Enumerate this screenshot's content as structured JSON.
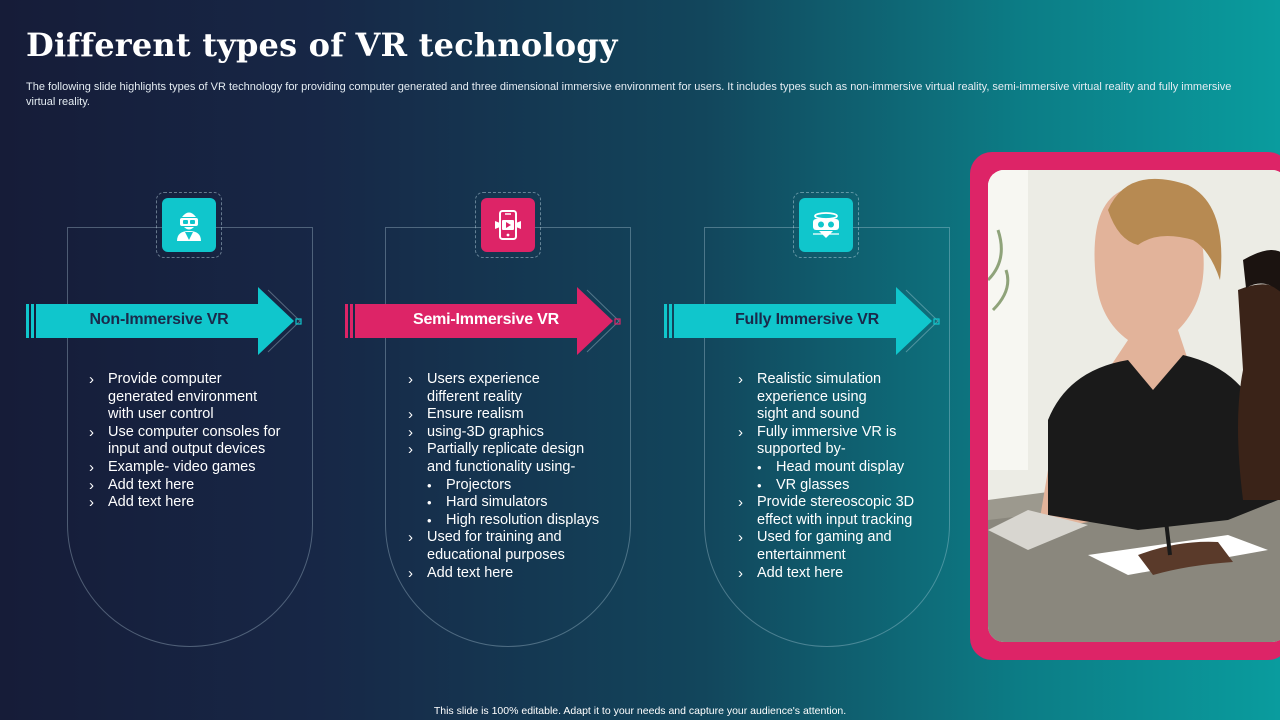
{
  "slide": {
    "title": "Different types of VR technology",
    "subtitle": "The following slide highlights types of VR technology for providing computer generated and three dimensional immersive environment for users. It includes types such as non-immersive virtual reality,  semi-immersive virtual reality and fully  immersive virtual reality.",
    "footer": "This slide is 100% editable.  Adapt it to your needs and capture your audience's attention."
  },
  "colors": {
    "teal": "#10c6cc",
    "pink": "#dd2467",
    "label_dark": "#1a2a4a",
    "label_light": "#ffffff"
  },
  "columns": [
    {
      "label": "Non-Immersive VR",
      "icon": "vr-headset-person-icon",
      "accent": "teal",
      "bullets": [
        {
          "text": "Provide computer",
          "level": 1
        },
        {
          "text": "generated environment",
          "level": 0
        },
        {
          "text": "with user control",
          "level": 0
        },
        {
          "text": "Use computer consoles for",
          "level": 1
        },
        {
          "text": "input and output devices",
          "level": 0
        },
        {
          "text": "Example- video games",
          "level": 1
        },
        {
          "text": "Add text here",
          "level": 1
        },
        {
          "text": "Add text here",
          "level": 1
        }
      ]
    },
    {
      "label": "Semi-Immersive VR",
      "icon": "smartphone-video-icon",
      "accent": "pink",
      "bullets": [
        {
          "text": "Users experience",
          "level": 1
        },
        {
          "text": "different reality",
          "level": 0
        },
        {
          "text": "Ensure realism",
          "level": 1
        },
        {
          "text": "using-3D graphics",
          "level": 1
        },
        {
          "text": "Partially replicate design",
          "level": 1
        },
        {
          "text": "and functionality using-",
          "level": 0
        },
        {
          "text": "Projectors",
          "level": 2
        },
        {
          "text": "Hard simulators",
          "level": 2
        },
        {
          "text": "High resolution displays",
          "level": 2
        },
        {
          "text": "Used for training and",
          "level": 1
        },
        {
          "text": "educational purposes",
          "level": 0
        },
        {
          "text": "Add text here",
          "level": 1
        }
      ]
    },
    {
      "label": "Fully Immersive VR",
      "icon": "vr-glasses-icon",
      "accent": "teal",
      "bullets": [
        {
          "text": "Realistic simulation",
          "level": 1
        },
        {
          "text": "experience using",
          "level": 0
        },
        {
          "text": "sight and sound",
          "level": 0
        },
        {
          "text": "Fully immersive VR is",
          "level": 1
        },
        {
          "text": "supported by-",
          "level": 0
        },
        {
          "text": "Head mount display",
          "level": 2
        },
        {
          "text": "VR glasses",
          "level": 2
        },
        {
          "text": "Provide stereoscopic 3D",
          "level": 1
        },
        {
          "text": "effect with input tracking",
          "level": 0
        },
        {
          "text": "Used for gaming and",
          "level": 1
        },
        {
          "text": "entertainment",
          "level": 0
        },
        {
          "text": "Add text here",
          "level": 1
        }
      ]
    }
  ],
  "photo": {
    "description_icon": "people-writing-photo"
  }
}
